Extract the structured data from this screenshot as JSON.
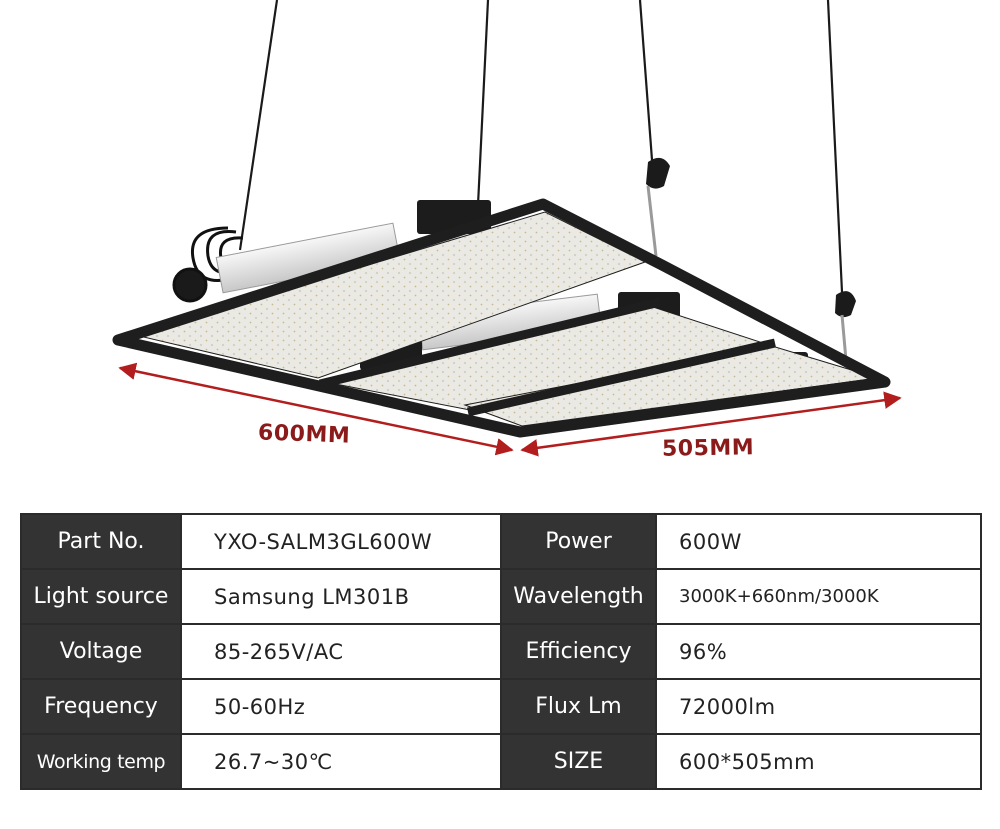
{
  "dimensions": {
    "width_label": "600MM",
    "depth_label": "505MM"
  },
  "colors": {
    "dimension_arrow": "#b21e1e",
    "dimension_text": "#8b1a1a",
    "table_key_background": "#333333",
    "table_key_text": "#ffffff",
    "table_border": "#2b2b2b",
    "frame": "#1e1e1e",
    "led_panel": "#eceae4"
  },
  "specs": {
    "rows": [
      {
        "label1": "Part No.",
        "value1": "YXO-SALM3GL600W",
        "label2": "Power",
        "value2": "600W"
      },
      {
        "label1": "Light source",
        "value1": "Samsung LM301B",
        "label2": "Wavelength",
        "value2": "3000K+660nm/3000K"
      },
      {
        "label1": "Voltage",
        "value1": "85-265V/AC",
        "label2": "Efficiency",
        "value2": "96%"
      },
      {
        "label1": "Frequency",
        "value1": "50-60Hz",
        "label2": "Flux Lm",
        "value2": "72000lm"
      },
      {
        "label1": "Working temp",
        "value1": "26.7~30℃",
        "label2": "SIZE",
        "value2": "600*505mm"
      }
    ]
  }
}
